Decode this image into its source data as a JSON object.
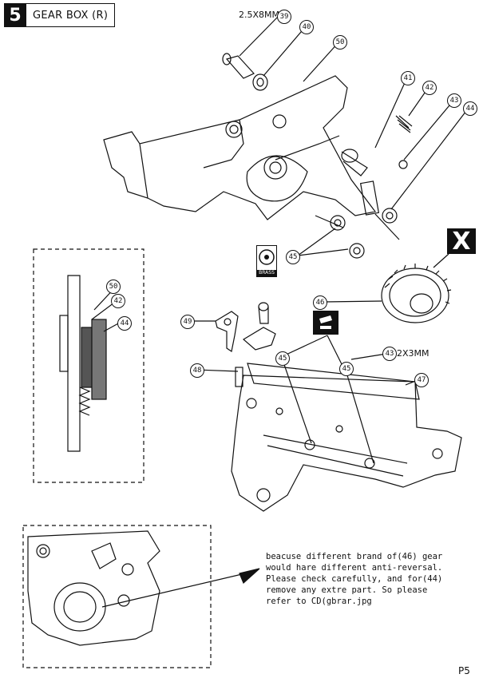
{
  "header": {
    "step_number": "5",
    "title": "GEAR BOX (R)"
  },
  "dimensions": {
    "screw_top": "2.5X8MM",
    "screw_mid": "2X3MM"
  },
  "callouts": {
    "c39": "39",
    "c40": "40",
    "c50": "50",
    "c41": "41",
    "c42": "42",
    "c43": "43",
    "c44": "44",
    "c45": "45",
    "c46": "46",
    "c49": "49",
    "c48": "48",
    "c47": "47",
    "c43b": "43",
    "c45b": "45",
    "c45c": "45",
    "d50": "50",
    "d42": "42",
    "d44": "44"
  },
  "x_marker": "X",
  "brass_label": "BRASS",
  "note_lines": [
    "beacuse different brand of(46) gear",
    "would hare different anti-reversal.",
    "Please check carefully, and for(44)",
    "remove any extre part. So please",
    "refer to CD(gbrar.jpg"
  ],
  "page_number": "P5"
}
